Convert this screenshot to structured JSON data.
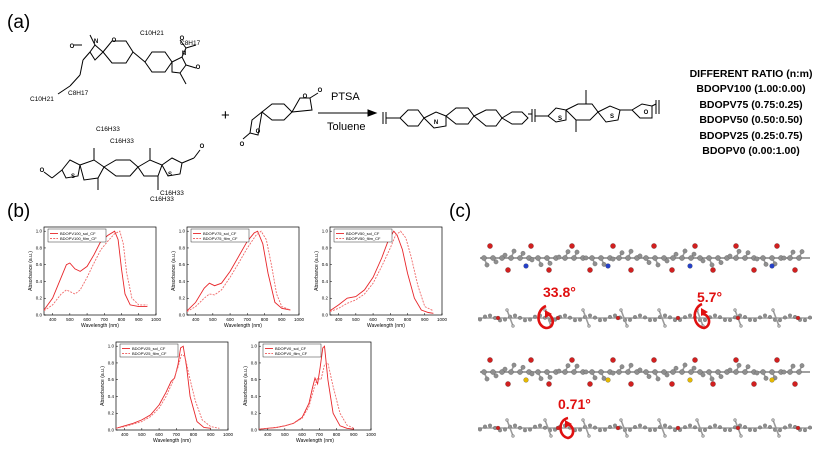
{
  "panel_labels": {
    "a": "(a)",
    "b": "(b)",
    "c": "(c)"
  },
  "reaction": {
    "plus": "+",
    "reagent": "PTSA",
    "solvent": "Toluene",
    "monomer1_substituents": [
      "C10H21",
      "C8H17",
      "C10H21",
      "C8H17"
    ],
    "monomer2_substituents": [
      "C16H33",
      "C16H33",
      "C16H33",
      "C16H33"
    ]
  },
  "ratios": {
    "header": "DIFFERENT RATIO (n:m)",
    "items": [
      "BDOPV100 (1.00:0.00)",
      "BDOPV75 (0.75:0.25)",
      "BDOPV50 (0.50:0.50)",
      "BDOPV25 (0.25:0.75)",
      "BDOPV0 (0.00:1.00)"
    ]
  },
  "angles": {
    "a1": "33.8°",
    "a2": "5.7°",
    "a3": "0.71°"
  },
  "colors": {
    "solid": "#e8262a",
    "dashed": "#f06a6a",
    "atom_c": "#8f8f8f",
    "atom_o": "#d21f1f",
    "atom_n": "#2540c8",
    "atom_s": "#e5b800"
  },
  "chart_data": [
    {
      "type": "line",
      "xlabel": "Wavelength (nm)",
      "ylabel": "Absorbance (a.u.)",
      "xlim": [
        350,
        1000
      ],
      "ylim": [
        0,
        1.05
      ],
      "xticks": [
        "400",
        "500",
        "600",
        "700",
        "800",
        "900",
        "1000"
      ],
      "yticks": [
        "0.0",
        "0.2",
        "0.4",
        "0.6",
        "0.8",
        "1.0"
      ],
      "legend": [
        "BDOPV100_sol_CF",
        "BDOPV100_film_CF"
      ],
      "series": [
        {
          "name": "BDOPV100_sol_CF",
          "x": [
            350,
            400,
            450,
            480,
            500,
            530,
            560,
            600,
            640,
            680,
            720,
            760,
            780,
            800,
            820,
            850,
            900,
            950
          ],
          "y": [
            0.06,
            0.2,
            0.45,
            0.6,
            0.62,
            0.55,
            0.52,
            0.58,
            0.72,
            0.88,
            0.95,
            1.0,
            0.9,
            0.55,
            0.25,
            0.12,
            0.1,
            0.1
          ]
        },
        {
          "name": "BDOPV100_film_CF",
          "x": [
            350,
            400,
            450,
            480,
            500,
            530,
            560,
            600,
            640,
            680,
            720,
            760,
            790,
            810,
            830,
            860,
            900,
            950
          ],
          "y": [
            0.05,
            0.12,
            0.25,
            0.3,
            0.28,
            0.25,
            0.3,
            0.45,
            0.62,
            0.78,
            0.88,
            0.97,
            1.0,
            0.85,
            0.5,
            0.2,
            0.12,
            0.12
          ]
        }
      ]
    },
    {
      "type": "line",
      "xlabel": "Wavelength (nm)",
      "ylabel": "Absorbance (a.u.)",
      "xlim": [
        350,
        1000
      ],
      "ylim": [
        0,
        1.05
      ],
      "xticks": [
        "400",
        "500",
        "600",
        "700",
        "800",
        "900",
        "1000"
      ],
      "yticks": [
        "0.0",
        "0.2",
        "0.4",
        "0.6",
        "0.8",
        "1.0"
      ],
      "legend": [
        "BDOPV75_sol_CF",
        "BDOPV75_film_CF"
      ],
      "series": [
        {
          "name": "BDOPV75_sol_CF",
          "x": [
            350,
            400,
            450,
            480,
            510,
            550,
            600,
            650,
            700,
            740,
            760,
            790,
            820,
            860,
            900,
            950
          ],
          "y": [
            0.05,
            0.15,
            0.32,
            0.38,
            0.35,
            0.38,
            0.52,
            0.7,
            0.88,
            0.98,
            1.0,
            0.85,
            0.5,
            0.15,
            0.08,
            0.06
          ]
        },
        {
          "name": "BDOPV75_film_CF",
          "x": [
            350,
            400,
            450,
            480,
            510,
            550,
            600,
            650,
            700,
            750,
            780,
            810,
            840,
            870,
            900,
            950
          ],
          "y": [
            0.04,
            0.1,
            0.2,
            0.25,
            0.24,
            0.3,
            0.45,
            0.62,
            0.8,
            0.95,
            1.0,
            0.9,
            0.6,
            0.25,
            0.1,
            0.06
          ]
        }
      ]
    },
    {
      "type": "line",
      "xlabel": "Wavelength (nm)",
      "ylabel": "Absorbance (a.u.)",
      "xlim": [
        350,
        1000
      ],
      "ylim": [
        0,
        1.05
      ],
      "xticks": [
        "400",
        "500",
        "600",
        "700",
        "800",
        "900",
        "1000"
      ],
      "yticks": [
        "0.0",
        "0.2",
        "0.4",
        "0.6",
        "0.8",
        "1.0"
      ],
      "legend": [
        "BDOPV50_sol_CF",
        "BDOPV50_film_CF"
      ],
      "series": [
        {
          "name": "BDOPV50_sol_CF",
          "x": [
            350,
            400,
            450,
            500,
            550,
            600,
            650,
            690,
            720,
            740,
            770,
            800,
            840,
            880,
            920,
            950
          ],
          "y": [
            0.05,
            0.12,
            0.2,
            0.22,
            0.3,
            0.45,
            0.68,
            0.9,
            1.0,
            0.95,
            0.78,
            0.5,
            0.2,
            0.06,
            0.03,
            0.02
          ]
        },
        {
          "name": "BDOPV50_film_CF",
          "x": [
            350,
            400,
            450,
            500,
            550,
            600,
            650,
            700,
            730,
            760,
            790,
            820,
            860,
            900,
            950
          ],
          "y": [
            0.04,
            0.08,
            0.14,
            0.18,
            0.25,
            0.38,
            0.58,
            0.8,
            0.95,
            1.0,
            0.92,
            0.7,
            0.35,
            0.1,
            0.05
          ]
        }
      ]
    },
    {
      "type": "line",
      "xlabel": "Wavelength (nm)",
      "ylabel": "Absorbance (a.u.)",
      "xlim": [
        350,
        1000
      ],
      "ylim": [
        0,
        1.05
      ],
      "xticks": [
        "400",
        "500",
        "600",
        "700",
        "800",
        "900",
        "1000"
      ],
      "yticks": [
        "0.0",
        "0.2",
        "0.4",
        "0.6",
        "0.8",
        "1.0"
      ],
      "legend": [
        "BDOPV25_sol_CF",
        "BDOPV25_film_CF"
      ],
      "series": [
        {
          "name": "BDOPV25_sol_CF",
          "x": [
            350,
            400,
            450,
            500,
            550,
            600,
            640,
            670,
            690,
            710,
            725,
            740,
            760,
            780,
            820,
            860,
            900
          ],
          "y": [
            0.02,
            0.05,
            0.08,
            0.12,
            0.18,
            0.3,
            0.45,
            0.58,
            0.62,
            0.78,
            0.98,
            1.0,
            0.75,
            0.4,
            0.1,
            0.03,
            0.02
          ]
        },
        {
          "name": "BDOPV25_film_CF",
          "x": [
            350,
            400,
            450,
            500,
            550,
            600,
            640,
            680,
            710,
            730,
            750,
            780,
            810,
            850,
            900,
            950
          ],
          "y": [
            0.02,
            0.04,
            0.07,
            0.1,
            0.16,
            0.26,
            0.4,
            0.58,
            0.75,
            0.9,
            0.88,
            0.6,
            0.35,
            0.12,
            0.04,
            0.02
          ]
        }
      ]
    },
    {
      "type": "line",
      "xlabel": "Wavelength (nm)",
      "ylabel": "Absorbance (a.u.)",
      "xlim": [
        350,
        1000
      ],
      "ylim": [
        0,
        1.05
      ],
      "xticks": [
        "400",
        "500",
        "600",
        "700",
        "800",
        "900",
        "1000"
      ],
      "yticks": [
        "0.0",
        "0.2",
        "0.4",
        "0.6",
        "0.8",
        "1.0"
      ],
      "legend": [
        "BDOPV0_sol_CF",
        "BDOPV0_film_CF"
      ],
      "series": [
        {
          "name": "BDOPV0_sol_CF",
          "x": [
            350,
            400,
            450,
            500,
            550,
            600,
            640,
            660,
            675,
            690,
            705,
            720,
            730,
            750,
            780,
            820,
            860,
            900
          ],
          "y": [
            0.01,
            0.02,
            0.03,
            0.05,
            0.08,
            0.15,
            0.32,
            0.5,
            0.62,
            0.55,
            0.75,
            0.98,
            1.0,
            0.6,
            0.2,
            0.05,
            0.02,
            0.01
          ]
        },
        {
          "name": "BDOPV0_film_CF",
          "x": [
            350,
            400,
            450,
            500,
            550,
            600,
            640,
            670,
            690,
            710,
            730,
            750,
            780,
            820,
            860,
            900
          ],
          "y": [
            0.01,
            0.02,
            0.03,
            0.05,
            0.08,
            0.14,
            0.28,
            0.5,
            0.62,
            0.6,
            0.78,
            0.8,
            0.52,
            0.2,
            0.06,
            0.02
          ]
        }
      ]
    }
  ]
}
